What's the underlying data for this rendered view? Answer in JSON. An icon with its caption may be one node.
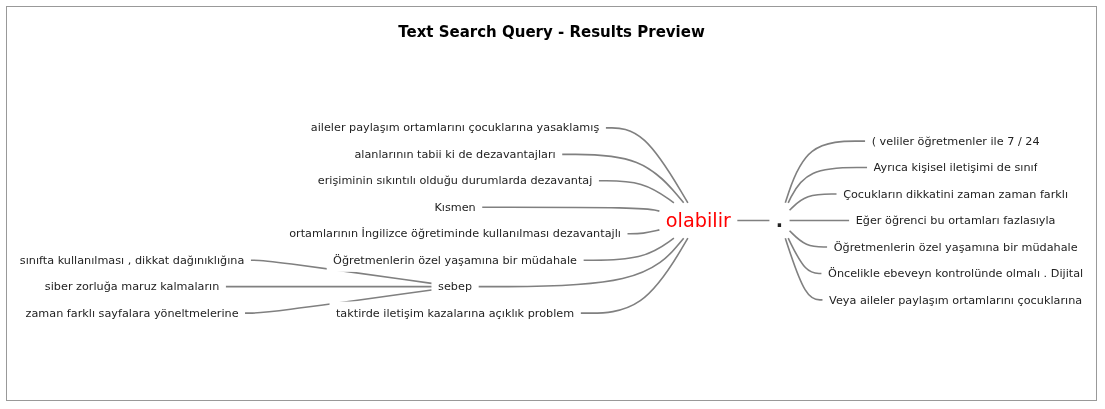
{
  "diagram": {
    "title": "Text Search Query - Results Preview",
    "nodes": [
      {
        "text": [
          "aileler paylaşım ortamlarını çocuklarına yasaklamış"
        ]
      },
      {
        "text": [
          "alanlarının tabii ki de dezavantajları"
        ]
      },
      {
        "text": [
          "erişiminin sıkıntılı olduğu durumlarda dezavantaj"
        ]
      },
      {
        "text": [
          "Kısmen"
        ]
      },
      {
        "text": [
          "ortamlarının İngilizce öğretiminde kullanılması dezavantajlı"
        ]
      },
      {
        "text": [
          "Öğretmenlerin özel yaşamına bir müdahale"
        ]
      },
      {
        "text": [
          "sınıfta kullanılması , dikkat dağınıklığına"
        ]
      },
      {
        "text": [
          "siber zorluğa maruz kalmaların"
        ]
      },
      {
        "text": [
          "zaman farklı sayfalara yöneltmelerine"
        ]
      },
      {
        "text": [
          "sebep"
        ]
      },
      {
        "text": [
          "taktirde iletişim kazalarına açıklık problem"
        ]
      },
      {
        "text": [
          "olabilir"
        ]
      },
      {
        "text": [
          "."
        ]
      },
      {
        "text": [
          "( veliler öğretmenler ile 7 / 24"
        ]
      },
      {
        "text": [
          "Ayrıca kişisel iletişimi de sınıf"
        ]
      },
      {
        "text": [
          "Çocukların dikkatini zaman zaman farklı"
        ]
      },
      {
        "text": [
          "Eğer öğrenci bu ortamları fazlasıyla"
        ]
      },
      {
        "text": [
          "Öğretmenlerin özel yaşamına bir müdahale"
        ]
      },
      {
        "text": [
          "Öncelikle ebeveyn kontrolünde olmalı . Dijital"
        ]
      },
      {
        "text": [
          "Veya aileler paylaşım ortamlarını çocuklarına"
        ]
      }
    ],
    "edges": [
      {
        "from": 0,
        "to": 11,
        "arrow": "none"
      },
      {
        "from": 1,
        "to": 11,
        "arrow": "none"
      },
      {
        "from": 2,
        "to": 11,
        "arrow": "none"
      },
      {
        "from": 3,
        "to": 11,
        "arrow": "none"
      },
      {
        "from": 4,
        "to": 11,
        "arrow": "none"
      },
      {
        "from": 5,
        "to": 11,
        "arrow": "none"
      },
      {
        "from": 6,
        "to": 9,
        "arrow": "none"
      },
      {
        "from": 7,
        "to": 9,
        "arrow": "none"
      },
      {
        "from": 8,
        "to": 9,
        "arrow": "none"
      },
      {
        "from": 9,
        "to": 11,
        "arrow": "none"
      },
      {
        "from": 10,
        "to": 11,
        "arrow": "none"
      },
      {
        "from": 11,
        "to": 12,
        "arrow": "none"
      },
      {
        "from": 12,
        "to": 13,
        "arrow": "none"
      },
      {
        "from": 12,
        "to": 14,
        "arrow": "none"
      },
      {
        "from": 12,
        "to": 15,
        "arrow": "none"
      },
      {
        "from": 12,
        "to": 16,
        "arrow": "none"
      },
      {
        "from": 12,
        "to": 17,
        "arrow": "none"
      },
      {
        "from": 12,
        "to": 18,
        "arrow": "none"
      },
      {
        "from": 12,
        "to": 19,
        "arrow": "none"
      }
    ]
  }
}
